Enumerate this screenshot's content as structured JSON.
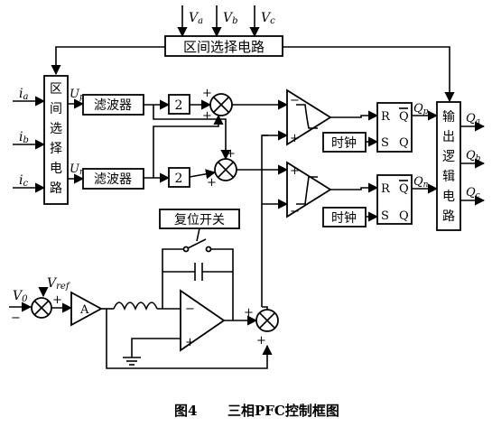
{
  "figure": {
    "caption_num": "图4",
    "caption_text": "三相PFC控制框图"
  },
  "inputs": {
    "va": "V",
    "va_sub": "a",
    "vb": "V",
    "vb_sub": "b",
    "vc": "V",
    "vc_sub": "c",
    "ia": "i",
    "ia_sub": "a",
    "ib": "i",
    "ib_sub": "b",
    "ic": "i",
    "ic_sub": "c",
    "v0": "V",
    "v0_sub": "0",
    "vref": "V",
    "vref_sub": "ref"
  },
  "blocks": {
    "range_select_top": "区间选择电路",
    "range_select_left": [
      "区",
      "间",
      "选",
      "择",
      "电",
      "路"
    ],
    "filter1": "滤波器",
    "filter2": "滤波器",
    "gain1": "2",
    "gain2": "2",
    "amp": "A",
    "clock1": "时钟",
    "clock2": "时钟",
    "reset_switch": "复位开关",
    "output_logic": [
      "输",
      "出",
      "逻",
      "辑",
      "电",
      "路"
    ]
  },
  "signals": {
    "up": "U",
    "up_sub": "p",
    "un": "U",
    "un_sub": "n",
    "qp": "Q",
    "qp_sub": "p",
    "qn": "Q",
    "qn_sub": "n",
    "qa": "Q",
    "qa_sub": "a",
    "qb": "Q",
    "qb_sub": "b",
    "qc": "Q",
    "qc_sub": "c"
  },
  "flipflop": {
    "r": "R",
    "s": "S",
    "q": "Q",
    "qbar": "Q"
  },
  "signs": {
    "plus": "+",
    "minus": "−"
  }
}
